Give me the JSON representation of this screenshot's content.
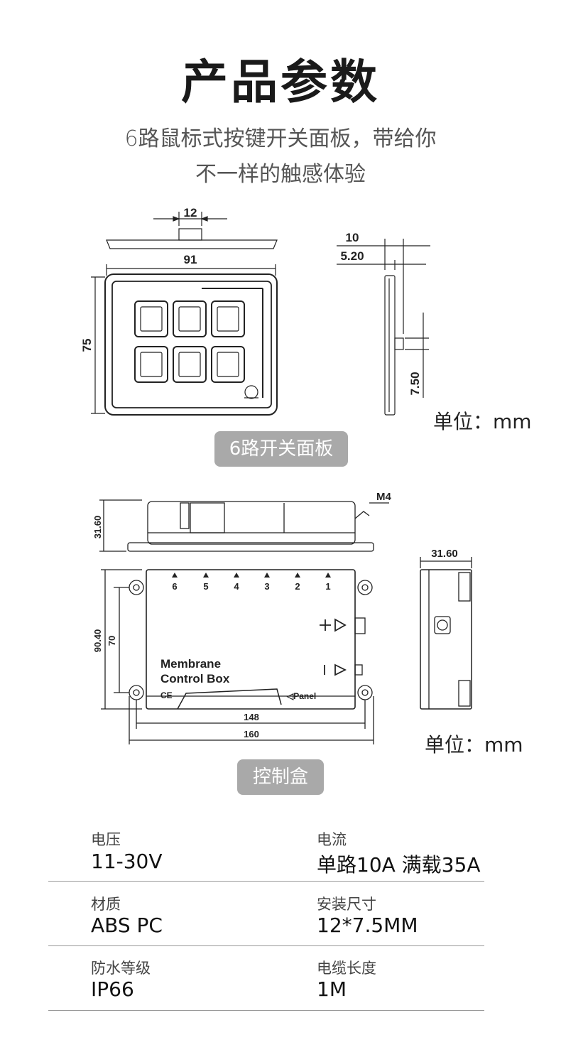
{
  "header": {
    "title": "产品参数",
    "subtitle_line1": "6路鼠标式按键开关面板，带给你",
    "subtitle_line2": "不一样的触感体验"
  },
  "panel_drawing": {
    "dim_top_width": "12",
    "dim_width": "91",
    "dim_height": "75",
    "dim_side_a": "10",
    "dim_side_b": "5.20",
    "dim_side_c": "7.50",
    "unit_label": "单位：mm",
    "caption": "6路开关面板"
  },
  "box_drawing": {
    "dim_height": "31.60",
    "screw_label": "M4",
    "dim_depth": "31.60",
    "dim_outer_height": "90.40",
    "dim_inner_height": "70",
    "dim_inner_width": "148",
    "dim_outer_width": "160",
    "port_numbers": [
      "6",
      "5",
      "4",
      "3",
      "2",
      "1"
    ],
    "box_text_line1": "Membrane",
    "box_text_line2": "Control Box",
    "ce_mark": "CE",
    "panel_port_label": "◁Panel",
    "unit_label": "单位：mm",
    "caption": "控制盒"
  },
  "specs": [
    {
      "label": "电压",
      "value": "11-30V"
    },
    {
      "label": "电流",
      "value": "单路10A 满载35A"
    },
    {
      "label": "材质",
      "value": "ABS PC"
    },
    {
      "label": "安装尺寸",
      "value": "12*7.5MM"
    },
    {
      "label": "防水等级",
      "value": "IP66"
    },
    {
      "label": "电缆长度",
      "value": "1M"
    }
  ]
}
